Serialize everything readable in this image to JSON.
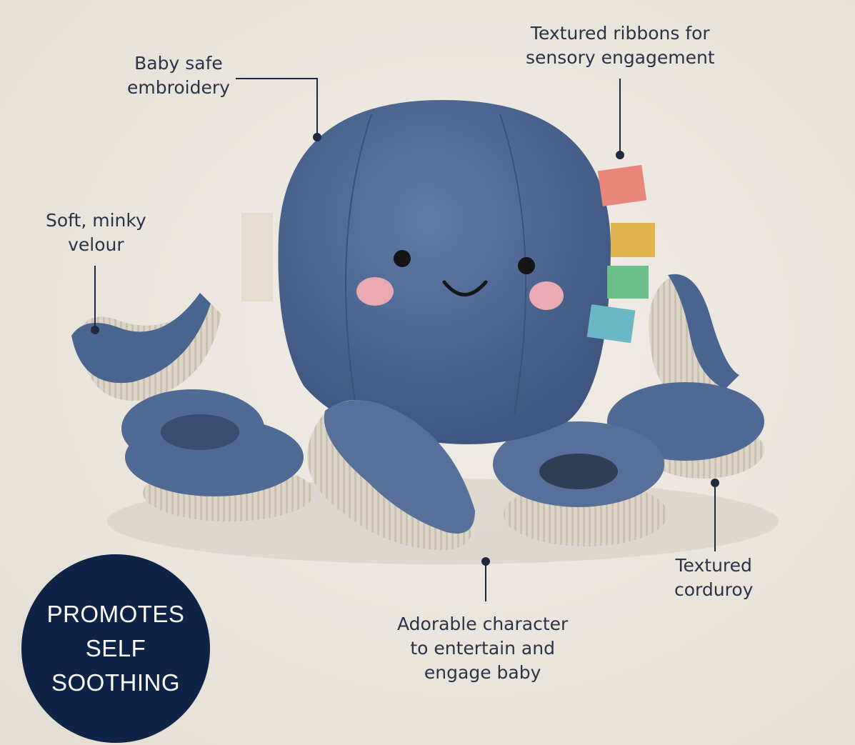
{
  "callouts": {
    "embroidery": [
      "Baby safe",
      "embroidery"
    ],
    "ribbons": [
      "Textured ribbons for",
      "sensory engagement"
    ],
    "velour": [
      "Soft, minky",
      "velour"
    ],
    "corduroy": [
      "Textured",
      "corduroy"
    ],
    "character": [
      "Adorable character",
      "to entertain and",
      "engage baby"
    ]
  },
  "badge": {
    "lines": [
      "PROMOTES",
      "SELF",
      "SOOTHING"
    ]
  },
  "colors": {
    "background": "#ebe6df",
    "octopus": "#4f6a94",
    "corduroy": "#ddd6c8",
    "badge": "#0f2346",
    "lines": "#1f2a3f",
    "ribbons": [
      "#e9867a",
      "#e2b64e",
      "#6dbf8a",
      "#6cb7c6"
    ]
  }
}
